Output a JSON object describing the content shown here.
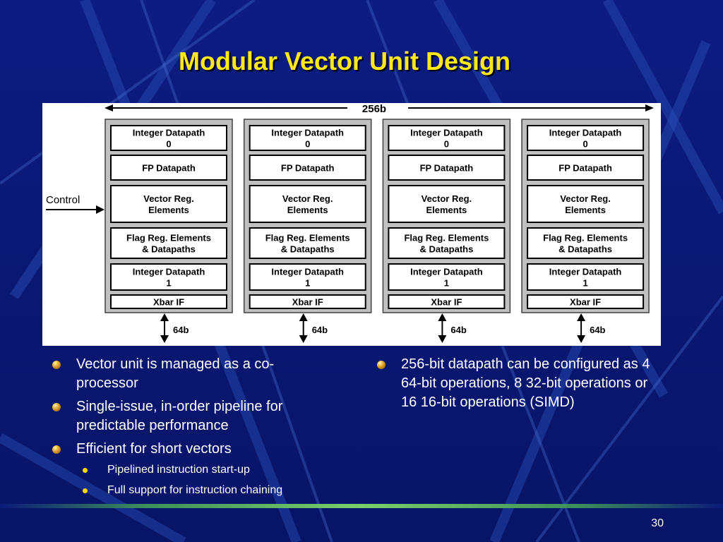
{
  "slide": {
    "title": "Modular Vector Unit Design",
    "page_number": "30"
  },
  "diagram": {
    "width_label": "256b",
    "control_label": "Control",
    "bus_label": "64b",
    "lanes": [
      {
        "blocks": [
          {
            "line1": "Integer Datapath",
            "line2": "0"
          },
          {
            "line1": "FP Datapath",
            "line2": ""
          },
          {
            "line1": "Vector Reg.",
            "line2": "Elements"
          },
          {
            "line1": "Flag Reg. Elements",
            "line2": "& Datapaths"
          },
          {
            "line1": "Integer Datapath",
            "line2": "1"
          },
          {
            "line1": "Xbar IF",
            "line2": ""
          }
        ]
      },
      {
        "blocks": [
          {
            "line1": "Integer Datapath",
            "line2": "0"
          },
          {
            "line1": "FP Datapath",
            "line2": ""
          },
          {
            "line1": "Vector Reg.",
            "line2": "Elements"
          },
          {
            "line1": "Flag Reg. Elements",
            "line2": "& Datapaths"
          },
          {
            "line1": "Integer Datapath",
            "line2": "1"
          },
          {
            "line1": "Xbar IF",
            "line2": ""
          }
        ]
      },
      {
        "blocks": [
          {
            "line1": "Integer Datapath",
            "line2": "0"
          },
          {
            "line1": "FP Datapath",
            "line2": ""
          },
          {
            "line1": "Vector Reg.",
            "line2": "Elements"
          },
          {
            "line1": "Flag Reg. Elements",
            "line2": "& Datapaths"
          },
          {
            "line1": "Integer Datapath",
            "line2": "1"
          },
          {
            "line1": "Xbar IF",
            "line2": ""
          }
        ]
      },
      {
        "blocks": [
          {
            "line1": "Integer Datapath",
            "line2": "0"
          },
          {
            "line1": "FP Datapath",
            "line2": ""
          },
          {
            "line1": "Vector Reg.",
            "line2": "Elements"
          },
          {
            "line1": "Flag Reg. Elements",
            "line2": "& Datapaths"
          },
          {
            "line1": "Integer Datapath",
            "line2": "1"
          },
          {
            "line1": "Xbar IF",
            "line2": ""
          }
        ]
      }
    ]
  },
  "bullets_left": {
    "items": [
      "Vector unit is managed as a co-processor",
      "Single-issue, in-order pipeline for predictable performance",
      "Efficient for short vectors"
    ],
    "subitems": [
      "Pipelined instruction start-up",
      "Full support for instruction chaining"
    ]
  },
  "bullets_right": {
    "items": [
      "256-bit datapath can be configured as 4 64-bit operations, 8 32-bit operations or 16 16-bit operations (SIMD)"
    ]
  },
  "colors": {
    "background": "#0a1a78",
    "title": "#ffe81a",
    "text": "#ffffff",
    "lane_fill": "#c0c0c0",
    "block_fill": "#ffffff"
  }
}
